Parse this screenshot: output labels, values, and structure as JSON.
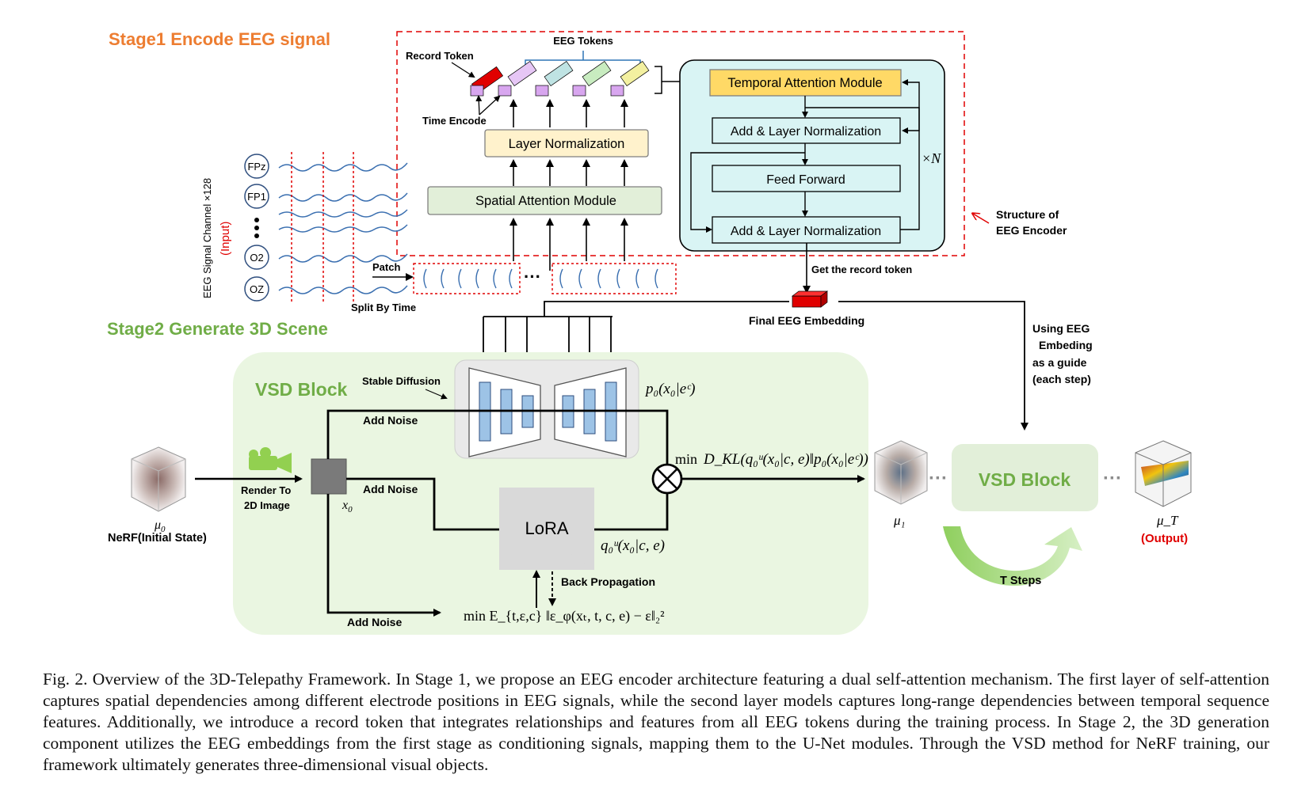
{
  "stage1_title": "Stage1 Encode EEG signal",
  "stage2_title": "Stage2 Generate 3D Scene",
  "eeg_tokens_label": "EEG Tokens",
  "record_token_label": "Record Token",
  "time_encode_label": "Time Encode",
  "layer_norm_label": "Layer Normalization",
  "spatial_attention_label": "Spatial Attention Module",
  "temporal_attention_label": "Temporal Attention Module",
  "add_norm_label_1": "Add & Layer Normalization",
  "feed_forward_label": "Feed Forward",
  "add_norm_label_2": "Add & Layer Normalization",
  "times_n_label": "×N",
  "structure_label_line1": "Structure of",
  "structure_label_line2": "EEG Encoder",
  "input_axis_label": "EEG Signal Channel ×128",
  "input_tag": "(Input)",
  "channels": [
    "FPz",
    "FP1",
    "O2",
    "OZ"
  ],
  "patch_label": "Patch",
  "split_label": "Split By Time",
  "get_record_label": "Get the record token",
  "final_embedding_label": "Final EEG Embedding",
  "guide_lines": [
    "Using EEG",
    "Embeding",
    "as a guide",
    "(each step)"
  ],
  "vsd_block_label": "VSD Block",
  "stable_diffusion_label": "Stable Diffusion",
  "add_noise_labels": [
    "Add Noise",
    "Add Noise",
    "Add Noise"
  ],
  "render_label_lines": [
    "Render To",
    "2D Image"
  ],
  "nerf_mu": "μ",
  "nerf_mu_sub": "0",
  "nerf_label": "NeRF(Initial State)",
  "x0_var": "x",
  "x0_sub": "0",
  "lora_label": "LoRA",
  "back_prop_label": "Back Propagation",
  "p0_formula": "p₀(x₀|eᶜ)",
  "q0_formula": "q₀ᵘ(x₀|c, e)",
  "kl_formula_min": "min",
  "kl_formula_body": "D_KL(q₀ᵘ(x₀|c, e)‖p₀(x₀|eᶜ))",
  "loss_formula": "min E_{t,ε,c} ‖ε_φ(xₜ, t, c, e) − ε‖₂²",
  "mu1": "μ₁",
  "muT": "μ_T",
  "output_tag": "(Output)",
  "vsd_block_right_label": "VSD Block",
  "t_steps_label": "T Steps",
  "ellipsis": "···",
  "caption": "Fig. 2.  Overview of the 3D-Telepathy Framework. In Stage 1, we propose an EEG encoder architecture featuring a dual self-attention mechanism. The first layer of self-attention captures spatial dependencies among different electrode positions in EEG signals, while the second layer models captures long-range dependencies between temporal sequence features. Additionally, we introduce a record token that integrates relationships and features from all EEG tokens during the training process. In Stage 2, the 3D generation component utilizes the EEG embeddings from the first stage as conditioning signals, mapping them to the U-Net modules. Through the VSD method for NeRF training, our framework ultimately generates three-dimensional visual objects.",
  "colors": {
    "stage1_orange": "#ed7d31",
    "stage2_green": "#70ad47",
    "encoder_fill": "#d9f4f4",
    "yellow_box": "#ffd966",
    "pale_yellow": "#fff2cc",
    "pale_green": "#e2efd9",
    "vsd_bg": "#eaf6e1",
    "red": "#e00000"
  }
}
